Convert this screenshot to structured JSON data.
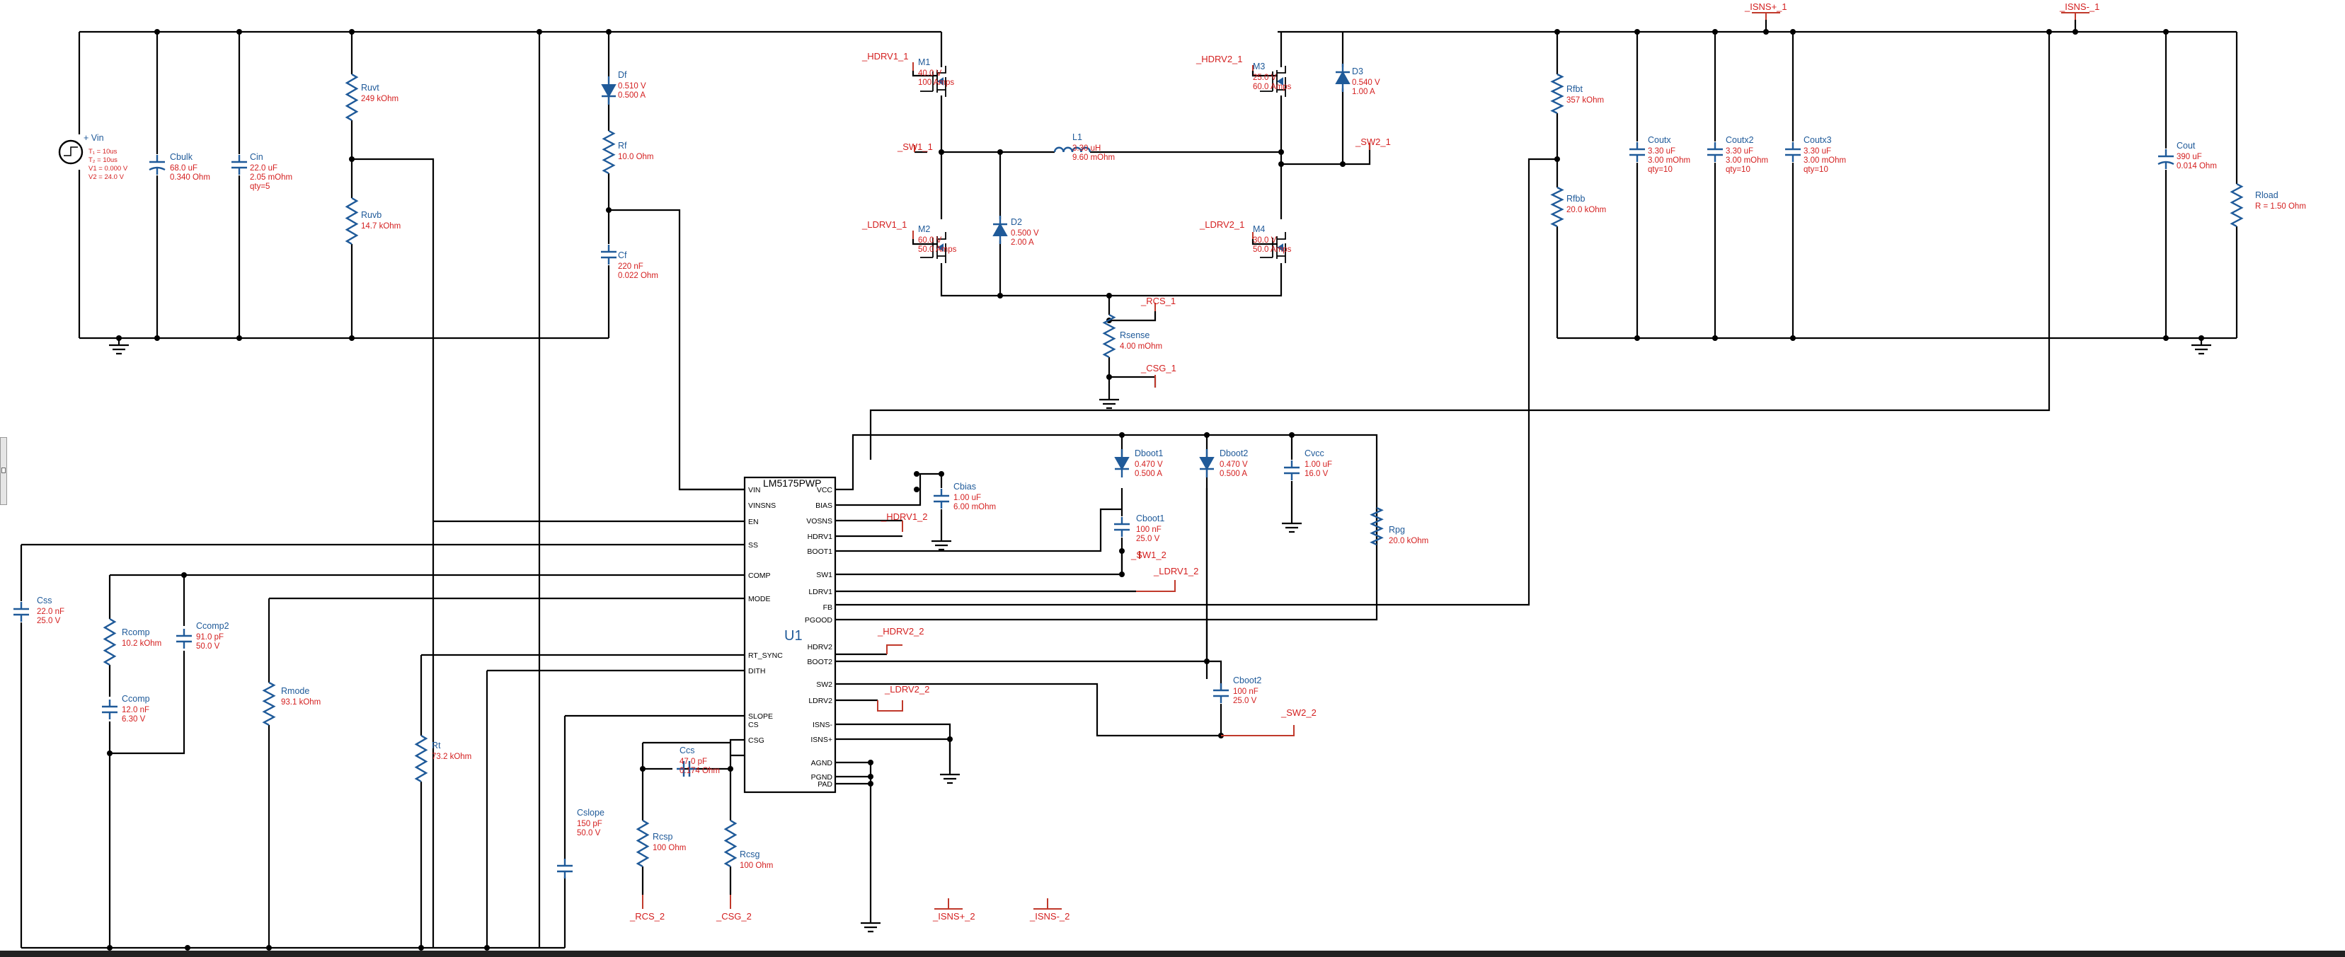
{
  "ic": {
    "name": "LM5175PWP",
    "ref": "U1",
    "left_pins": [
      "VIN",
      "VINSNS",
      "EN",
      "SS",
      "COMP",
      "MODE",
      "RT_SYNC",
      "DITH",
      "SLOPE",
      "CS",
      "CSG"
    ],
    "right_pins": [
      "VCC",
      "BIAS",
      "VOSNS",
      "HDRV1",
      "BOOT1",
      "SW1",
      "LDRV1",
      "FB",
      "PGOOD",
      "HDRV2",
      "BOOT2",
      "SW2",
      "LDRV2",
      "ISNS-",
      "ISNS+",
      "AGND",
      "PGND",
      "PAD"
    ]
  },
  "components": {
    "vin": {
      "name": "Vin",
      "v": [
        "T₁ = 10us",
        "T₂ = 10us",
        "V1 = 0.000 V",
        "V2 = 24.0 V"
      ]
    },
    "cbulk": {
      "name": "Cbulk",
      "v": [
        "68.0 uF",
        "0.340 Ohm"
      ]
    },
    "cin": {
      "name": "Cin",
      "v": [
        "22.0 uF",
        "2.05 mOhm",
        "qty=5"
      ]
    },
    "ruvt": {
      "name": "Ruvt",
      "v": [
        "249 kOhm"
      ]
    },
    "ruvb": {
      "name": "Ruvb",
      "v": [
        "14.7 kOhm"
      ]
    },
    "df": {
      "name": "Df",
      "v": [
        "0.510 V",
        "0.500 A"
      ]
    },
    "rf": {
      "name": "Rf",
      "v": [
        "10.0 Ohm"
      ]
    },
    "cf": {
      "name": "Cf",
      "v": [
        "220 nF",
        "0.022 Ohm"
      ]
    },
    "m1": {
      "name": "M1",
      "v": [
        "40.0 V",
        "100 Amps"
      ]
    },
    "m2": {
      "name": "M2",
      "v": [
        "60.0 V",
        "50.0 Amps"
      ]
    },
    "d2": {
      "name": "D2",
      "v": [
        "0.500 V",
        "2.00 A"
      ]
    },
    "l1": {
      "name": "L1",
      "v": [
        "3.30 uH",
        "9.60 mOhm"
      ]
    },
    "rsense": {
      "name": "Rsense",
      "v": [
        "4.00 mOhm"
      ]
    },
    "m3": {
      "name": "M3",
      "v": [
        "25.0 V",
        "60.0 Amps"
      ]
    },
    "m4": {
      "name": "M4",
      "v": [
        "30.0 V",
        "50.0 Amps"
      ]
    },
    "d3": {
      "name": "D3",
      "v": [
        "0.540 V",
        "1.00 A"
      ]
    },
    "rfbt": {
      "name": "Rfbt",
      "v": [
        "357 kOhm"
      ]
    },
    "rfbb": {
      "name": "Rfbb",
      "v": [
        "20.0 kOhm"
      ]
    },
    "coutx": {
      "name": "Coutx",
      "v": [
        "3.30 uF",
        "3.00 mOhm",
        "qty=10"
      ]
    },
    "coutx2": {
      "name": "Coutx2",
      "v": [
        "3.30 uF",
        "3.00 mOhm",
        "qty=10"
      ]
    },
    "coutx3": {
      "name": "Coutx3",
      "v": [
        "3.30 uF",
        "3.00 mOhm",
        "qty=10"
      ]
    },
    "cout": {
      "name": "Cout",
      "v": [
        "390 uF",
        "0.014 Ohm"
      ]
    },
    "rload": {
      "name": "Rload",
      "v": [
        "R = 1.50 Ohm"
      ]
    },
    "cbias": {
      "name": "Cbias",
      "v": [
        "1.00 uF",
        "6.00 mOhm"
      ]
    },
    "dboot1": {
      "name": "Dboot1",
      "v": [
        "0.470 V",
        "0.500 A"
      ]
    },
    "dboot2": {
      "name": "Dboot2",
      "v": [
        "0.470 V",
        "0.500 A"
      ]
    },
    "cvcc": {
      "name": "Cvcc",
      "v": [
        "1.00 uF",
        "16.0 V"
      ]
    },
    "rpg": {
      "name": "Rpg",
      "v": [
        "20.0 kOhm"
      ]
    },
    "cboot1": {
      "name": "Cboot1",
      "v": [
        "100 nF",
        "25.0 V"
      ]
    },
    "cboot2": {
      "name": "Cboot2",
      "v": [
        "100 nF",
        "25.0 V"
      ]
    },
    "css": {
      "name": "Css",
      "v": [
        "22.0 nF",
        "25.0 V"
      ]
    },
    "rcomp": {
      "name": "Rcomp",
      "v": [
        "10.2 kOhm"
      ]
    },
    "ccomp": {
      "name": "Ccomp",
      "v": [
        "12.0 nF",
        "6.30 V"
      ]
    },
    "ccomp2": {
      "name": "Ccomp2",
      "v": [
        "91.0 pF",
        "50.0 V"
      ]
    },
    "rmode": {
      "name": "Rmode",
      "v": [
        "93.1 kOhm"
      ]
    },
    "rt": {
      "name": "Rt",
      "v": [
        "73.2 kOhm"
      ]
    },
    "cslope": {
      "name": "Cslope",
      "v": [
        "150 pF",
        "50.0 V"
      ]
    },
    "ccs": {
      "name": "Ccs",
      "v": [
        "47.0 pF",
        "0.174 Ohm"
      ]
    },
    "rcsp": {
      "name": "Rcsp",
      "v": [
        "100 Ohm"
      ]
    },
    "rcsg": {
      "name": "Rcsg",
      "v": [
        "100 Ohm"
      ]
    }
  },
  "nets": {
    "isns_p_1": "_ISNS+_1",
    "isns_m_1": "_ISNS-_1",
    "hdrv1_1": "_HDRV1_1",
    "sw1_1": "_SW1_1",
    "ldrv1_1": "_LDRV1_1",
    "hdrv2_1": "_HDRV2_1",
    "sw2_1": "_SW2_1",
    "ldrv2_1": "_LDRV2_1",
    "rcs_1": "_RCS_1",
    "csg_1": "_CSG_1",
    "hdrv1_2": "_HDRV1_2",
    "sw1_2": "_SW1_2",
    "ldrv1_2": "_LDRV1_2",
    "hdrv2_2": "_HDRV2_2",
    "ldrv2_2": "_LDRV2_2",
    "sw2_2": "_SW2_2",
    "rcs_2": "_RCS_2",
    "csg_2": "_CSG_2",
    "isns_p_2": "_ISNS+_2",
    "isns_m_2": "_ISNS-_2"
  }
}
